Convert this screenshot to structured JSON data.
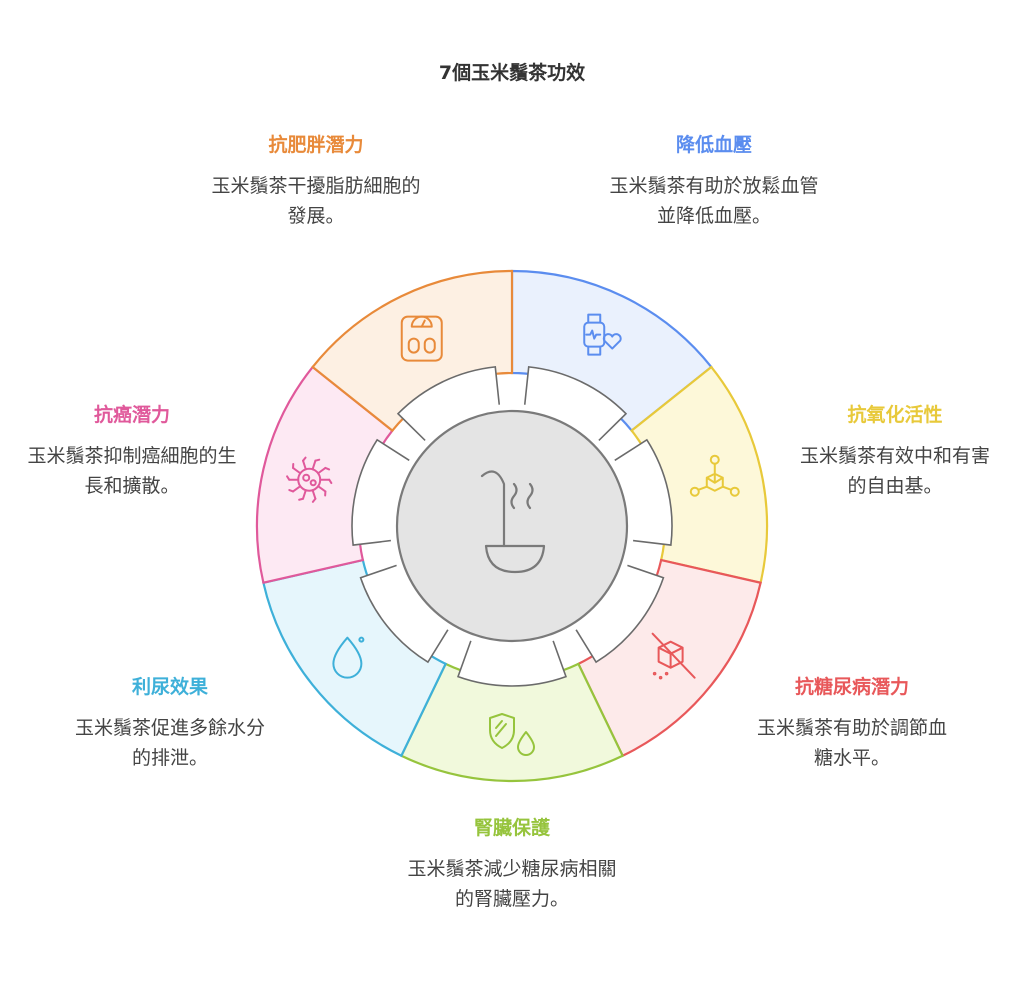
{
  "title": "7個玉米鬚茶功效",
  "center": {
    "icon": "ladle-steam-icon"
  },
  "segments": [
    {
      "id": "blood-pressure",
      "heading": "降低血壓",
      "description": "玉米鬚茶有助於放鬆血管並降低血壓。",
      "color": "#5b8def",
      "fill": "#eaf1fd",
      "icon": "smartwatch-heart-icon"
    },
    {
      "id": "antioxidant",
      "heading": "抗氧化活性",
      "description": "玉米鬚茶有效中和有害的自由基。",
      "color": "#e8c93a",
      "fill": "#fdf8d9",
      "icon": "molecule-icon"
    },
    {
      "id": "blood-sugar",
      "heading": "抗糖尿病潛力",
      "description": "玉米鬚茶有助於調節血糖水平。",
      "color": "#e8585a",
      "fill": "#fdeaea",
      "icon": "no-sugar-cube-icon"
    },
    {
      "id": "kidney",
      "heading": "腎臟保護",
      "description": "玉米鬚茶減少糖尿病相關的腎臟壓力。",
      "color": "#96c43d",
      "fill": "#f1f9dc",
      "icon": "shield-drop-icon"
    },
    {
      "id": "diuretic",
      "heading": "利尿效果",
      "description": "玉米鬚茶促進多餘水分的排泄。",
      "color": "#3eb0d9",
      "fill": "#e6f6fc",
      "icon": "water-drop-icon"
    },
    {
      "id": "anticancer",
      "heading": "抗癌潛力",
      "description": "玉米鬚茶抑制癌細胞的生長和擴散。",
      "color": "#e0599b",
      "fill": "#fde9f3",
      "icon": "cancer-cell-icon"
    },
    {
      "id": "anti-obesity",
      "heading": "抗肥胖潛力",
      "description": "玉米鬚茶干擾脂肪細胞的發展。",
      "color": "#e88a3a",
      "fill": "#fdf0e3",
      "icon": "weight-scale-icon"
    }
  ]
}
